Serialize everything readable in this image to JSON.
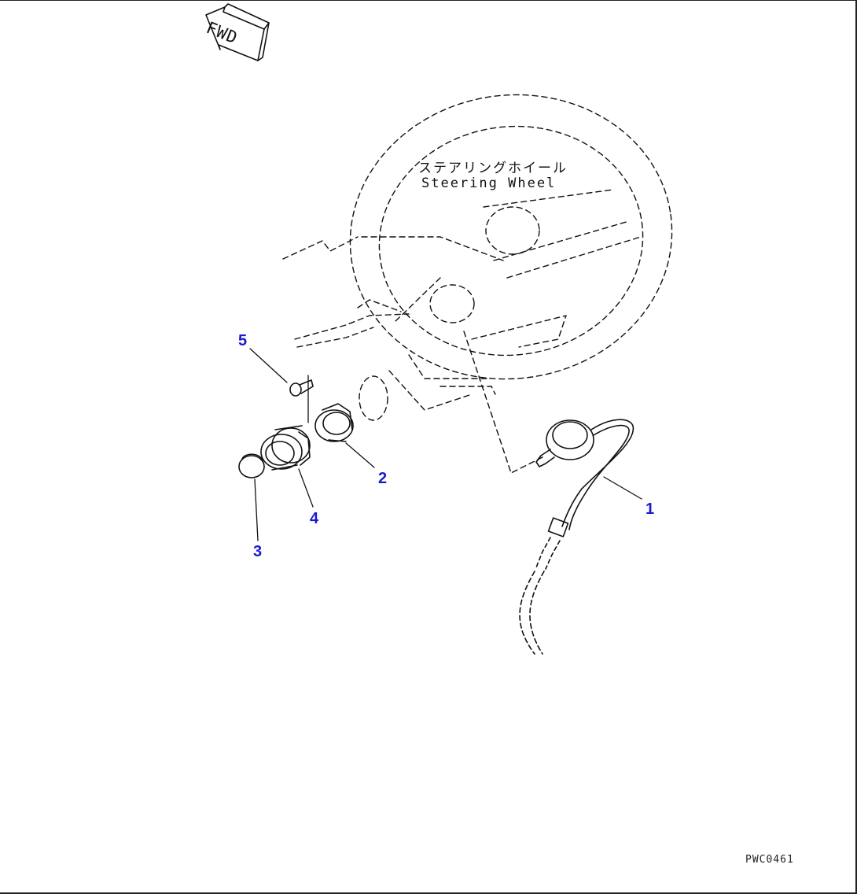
{
  "direction_indicator": {
    "label": "FWD"
  },
  "steering_wheel": {
    "label_japanese": "ステアリングホイール",
    "label_english": "Steering Wheel"
  },
  "callouts": [
    {
      "number": "1"
    },
    {
      "number": "2"
    },
    {
      "number": "3"
    },
    {
      "number": "4"
    },
    {
      "number": "5"
    }
  ],
  "drawing_code": "PWC0461",
  "colors": {
    "callout": "#1a1ad0",
    "linework": "#111111"
  }
}
